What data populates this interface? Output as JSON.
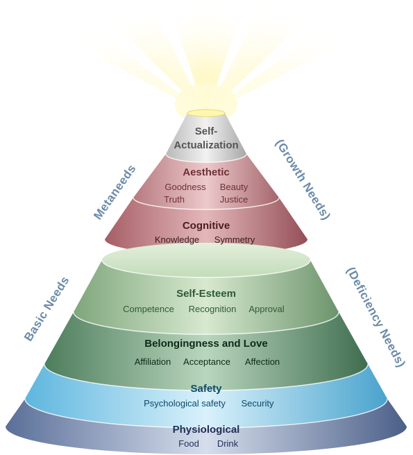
{
  "diagram": {
    "levels": [
      {
        "title": "Self-\nActualization",
        "items": []
      },
      {
        "title": "Aesthetic",
        "items": [
          "Goodness",
          "Beauty",
          "Truth",
          "Justice"
        ]
      },
      {
        "title": "Cognitive",
        "items": [
          "Knowledge",
          "Symmetry"
        ]
      },
      {
        "title": "Self-Esteem",
        "items": [
          "Competence",
          "Recognition",
          "Approval"
        ]
      },
      {
        "title": "Belongingness and Love",
        "items": [
          "Affiliation",
          "Acceptance",
          "Affection"
        ]
      },
      {
        "title": "Safety",
        "items": [
          "Psychological safety",
          "Security"
        ]
      },
      {
        "title": "Physiological",
        "items": [
          "Food",
          "Drink"
        ]
      }
    ],
    "side_labels": {
      "metaneeds": "Metaneeds",
      "growth_needs": "(Growth Needs)",
      "basic_needs": "Basic Needs",
      "deficiency_needs": "(Deficiency Needs)"
    },
    "colors": {
      "self_actualization": "#d8d8d8",
      "aesthetic": "#c98a8f",
      "cognitive": "#b86a72",
      "esteem_top": "#cfe3c6",
      "esteem": "#9fc29a",
      "belonging": "#6e9a78",
      "safety": "#9fd3ea",
      "physiological": "#7f93b5",
      "side_text": "#6b8aa8",
      "glow": "#fff2a0"
    }
  }
}
